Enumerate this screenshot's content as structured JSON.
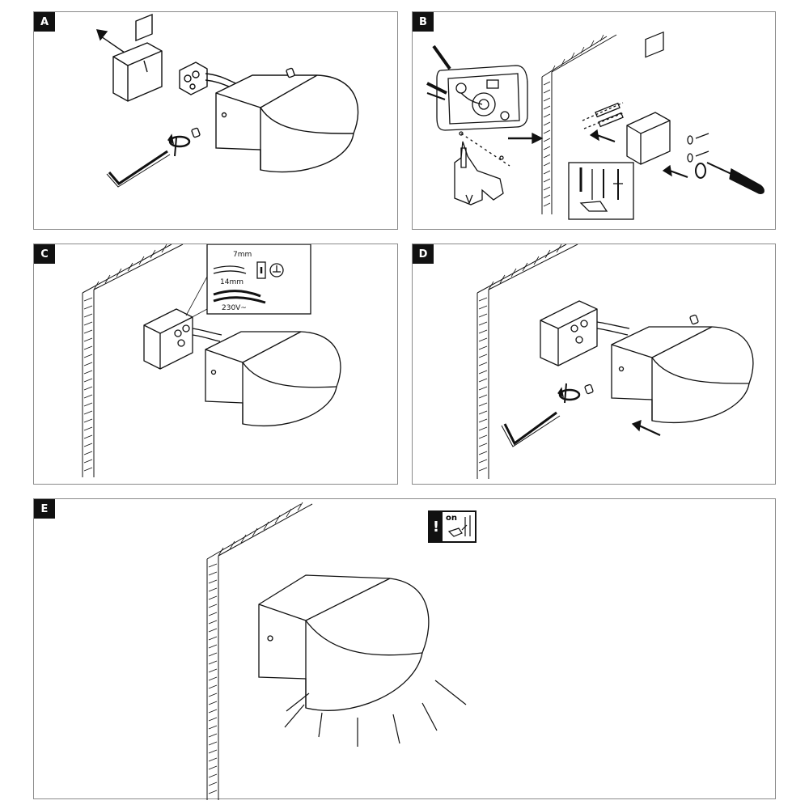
{
  "panels": {
    "a": {
      "label": "A"
    },
    "b": {
      "label": "B"
    },
    "c": {
      "label": "C",
      "strip_length": "7mm",
      "wire_length": "14mm",
      "voltage": "230V~"
    },
    "d": {
      "label": "D"
    },
    "e": {
      "label": "E",
      "switch_text": "on"
    }
  }
}
